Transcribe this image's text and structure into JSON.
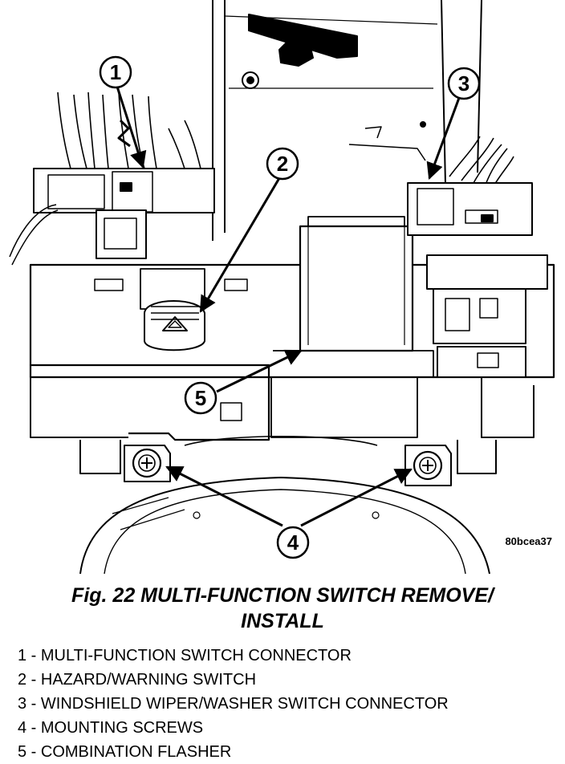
{
  "figure": {
    "code": "80bcea37",
    "caption_line1": "Fig. 22 MULTI-FUNCTION SWITCH REMOVE/",
    "caption_line2": "INSTALL"
  },
  "callouts": [
    "1",
    "2",
    "3",
    "4",
    "5"
  ],
  "legend": [
    "1 - MULTI-FUNCTION SWITCH CONNECTOR",
    "2 - HAZARD/WARNING SWITCH",
    "3 - WINDSHIELD WIPER/WASHER SWITCH CONNECTOR",
    "4 - MOUNTING SCREWS",
    "5 - COMBINATION FLASHER"
  ]
}
